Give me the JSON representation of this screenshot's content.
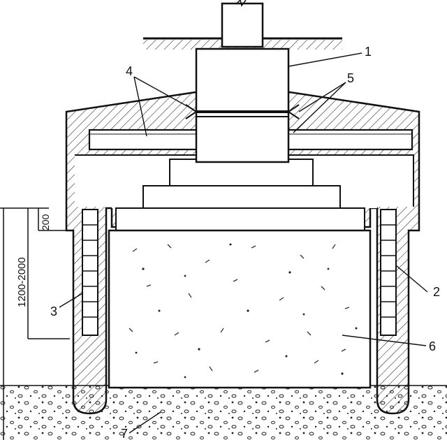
{
  "diagram": {
    "callouts": {
      "c1": "1",
      "c2": "2",
      "c3": "3",
      "c4": "4",
      "c5": "5",
      "c6": "6",
      "c7": "7"
    },
    "dimensions": {
      "depth_range": "1200-2000",
      "top_offset": "200"
    },
    "colors": {
      "ink": "#111111",
      "background": "#ffffff"
    }
  }
}
